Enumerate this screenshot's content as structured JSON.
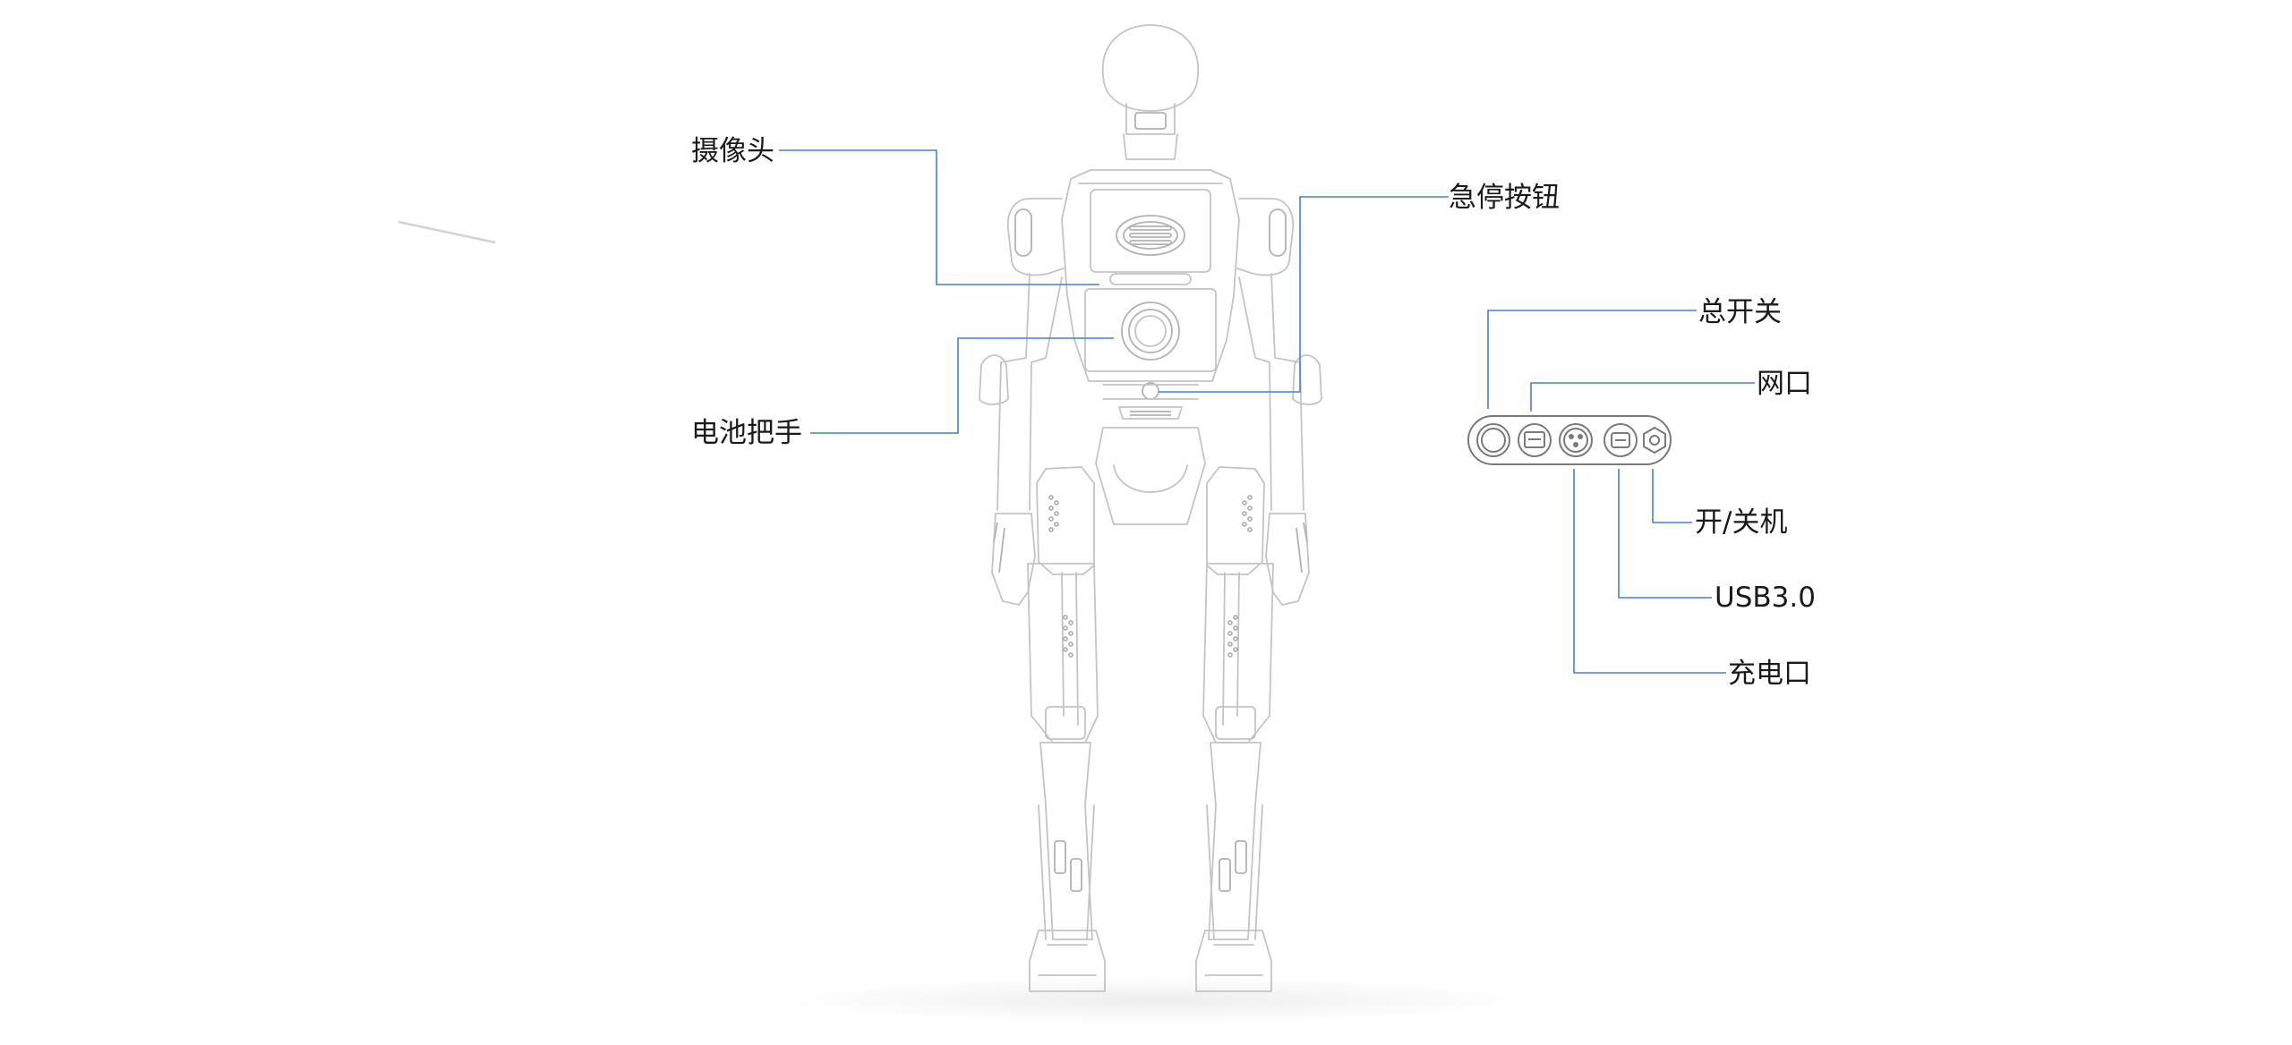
{
  "labels": {
    "camera": "摄像头",
    "estop": "急停按钮",
    "battery_handle": "电池把手",
    "main_switch": "总开关",
    "network_port": "网口",
    "power_toggle": "开/关机",
    "usb": "USB3.0",
    "charging_port": "充电口"
  },
  "colors": {
    "leader_line": "#4a7fd0",
    "outline": "#c4c4c4",
    "text": "#1a1a1a"
  }
}
